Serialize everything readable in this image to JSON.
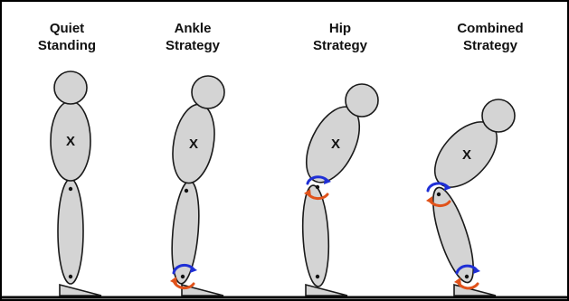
{
  "panels": [
    {
      "title_line1": "Quiet",
      "title_line2": "Standing",
      "com_label": "X"
    },
    {
      "title_line1": "Ankle",
      "title_line2": "Strategy",
      "com_label": "X"
    },
    {
      "title_line1": "Hip",
      "title_line2": "Strategy",
      "com_label": "X"
    },
    {
      "title_line1": "Combined",
      "title_line2": "Strategy",
      "com_label": "X"
    }
  ],
  "colors": {
    "segment_fill": "#d4d4d4",
    "outline": "#1a1a1a",
    "torque_arrow_blue": "#1f2fd6",
    "torque_arrow_red": "#e0521a"
  }
}
